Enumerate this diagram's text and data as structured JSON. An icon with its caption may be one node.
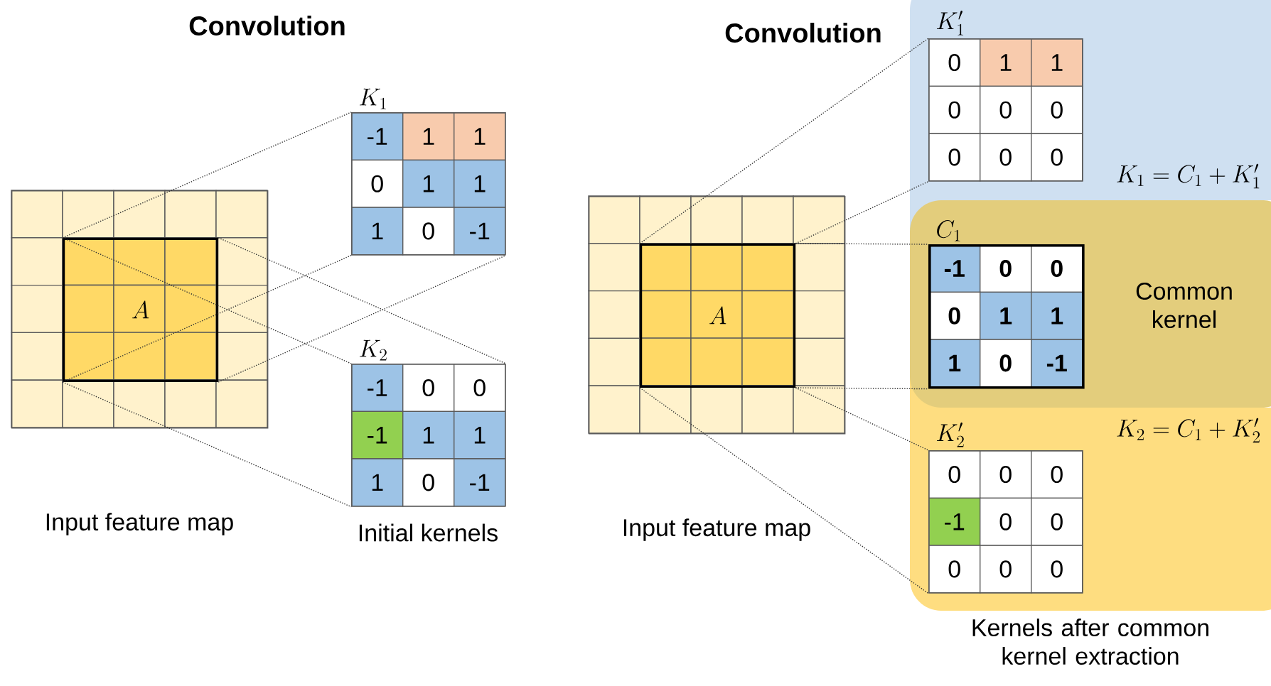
{
  "diagram": {
    "nodes": [
      {
        "text": [
          "Input feature map"
        ]
      },
      {
        "text": [
          "A"
        ],
        "in": 0
      },
      {
        "text": [
          "K_1"
        ]
      },
      {
        "text": [
          "-1"
        ],
        "in": 2
      },
      {
        "text": [
          "1"
        ],
        "in": 2
      },
      {
        "text": [
          "1"
        ],
        "in": 2
      },
      {
        "text": [
          "0"
        ],
        "in": 2
      },
      {
        "text": [
          "1"
        ],
        "in": 2
      },
      {
        "text": [
          "1"
        ],
        "in": 2
      },
      {
        "text": [
          "1"
        ],
        "in": 2
      },
      {
        "text": [
          "0"
        ],
        "in": 2
      },
      {
        "text": [
          "-1"
        ],
        "in": 2
      },
      {
        "text": [
          "K_2"
        ]
      },
      {
        "text": [
          "-1"
        ],
        "in": 12
      },
      {
        "text": [
          "0"
        ],
        "in": 12
      },
      {
        "text": [
          "0"
        ],
        "in": 12
      },
      {
        "text": [
          "-1"
        ],
        "in": 12
      },
      {
        "text": [
          "1"
        ],
        "in": 12
      },
      {
        "text": [
          "1"
        ],
        "in": 12
      },
      {
        "text": [
          "1"
        ],
        "in": 12
      },
      {
        "text": [
          "0"
        ],
        "in": 12
      },
      {
        "text": [
          "-1"
        ],
        "in": 12
      },
      {
        "text": [
          "Input feature map"
        ]
      },
      {
        "text": [
          "A"
        ],
        "in": 22
      },
      {
        "text": [
          "K_1 = C_1 + K_1'"
        ]
      },
      {
        "text": [
          "K_1'"
        ],
        "in": 24
      },
      {
        "text": [
          "0"
        ],
        "in": 25
      },
      {
        "text": [
          "1"
        ],
        "in": 25
      },
      {
        "text": [
          "1"
        ],
        "in": 25
      },
      {
        "text": [
          "0"
        ],
        "in": 25
      },
      {
        "text": [
          "0"
        ],
        "in": 25
      },
      {
        "text": [
          "0"
        ],
        "in": 25
      },
      {
        "text": [
          "0"
        ],
        "in": 25
      },
      {
        "text": [
          "0"
        ],
        "in": 25
      },
      {
        "text": [
          "0"
        ],
        "in": 25
      },
      {
        "text": [
          "K_2 = C_1 + K_2'"
        ]
      },
      {
        "text": [
          "C_1"
        ],
        "beside": [
          "Common kernel"
        ]
      },
      {
        "text": [
          "-1"
        ],
        "in": 36
      },
      {
        "text": [
          "0"
        ],
        "in": 36
      },
      {
        "text": [
          "0"
        ],
        "in": 36
      },
      {
        "text": [
          "0"
        ],
        "in": 36
      },
      {
        "text": [
          "1"
        ],
        "in": 36
      },
      {
        "text": [
          "1"
        ],
        "in": 36
      },
      {
        "text": [
          "1"
        ],
        "in": 36
      },
      {
        "text": [
          "0"
        ],
        "in": 36
      },
      {
        "text": [
          "-1"
        ],
        "in": 36
      },
      {
        "text": [
          "K_2'"
        ],
        "in": 35
      },
      {
        "text": [
          "0"
        ],
        "in": 46
      },
      {
        "text": [
          "0"
        ],
        "in": 46
      },
      {
        "text": [
          "0"
        ],
        "in": 46
      },
      {
        "text": [
          "-1"
        ],
        "in": 46
      },
      {
        "text": [
          "0"
        ],
        "in": 46
      },
      {
        "text": [
          "0"
        ],
        "in": 46
      },
      {
        "text": [
          "0"
        ],
        "in": 46
      },
      {
        "text": [
          "0"
        ],
        "in": 46
      },
      {
        "text": [
          "0"
        ],
        "in": 46
      }
    ],
    "edges": [
      {
        "from": 1,
        "to": 2,
        "arrow": "none",
        "style": "dashed"
      },
      {
        "from": 1,
        "to": 2,
        "arrow": "none",
        "style": "dashed"
      },
      {
        "from": 1,
        "to": 2,
        "arrow": "none",
        "style": "dashed"
      },
      {
        "from": 1,
        "to": 12,
        "arrow": "none",
        "style": "dashed"
      },
      {
        "from": 1,
        "to": 12,
        "arrow": "none",
        "style": "dashed"
      },
      {
        "from": 1,
        "to": 12,
        "arrow": "none",
        "style": "dashed"
      },
      {
        "from": 23,
        "to": 25,
        "arrow": "none",
        "style": "dashed"
      },
      {
        "from": 23,
        "to": 25,
        "arrow": "none",
        "style": "dashed"
      },
      {
        "from": 23,
        "to": 36,
        "arrow": "none",
        "style": "dashed"
      },
      {
        "from": 23,
        "to": 36,
        "arrow": "none",
        "style": "dashed"
      },
      {
        "from": 23,
        "to": 46,
        "arrow": "none",
        "style": "dashed"
      },
      {
        "from": 23,
        "to": 46,
        "arrow": "none",
        "style": "dashed"
      }
    ],
    "labels": [
      "Convolution",
      "Initial kernels",
      "Convolution",
      "Kernels after common kernel extraction"
    ]
  }
}
